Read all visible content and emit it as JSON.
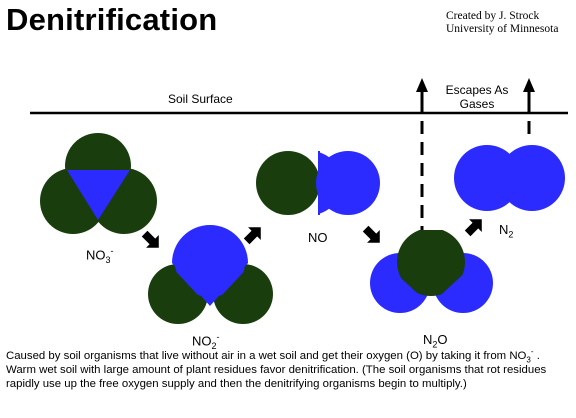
{
  "title": "Denitrification",
  "credit": {
    "line1": "Created by J. Strock",
    "line2": "University of Minnesota"
  },
  "labels": {
    "soil_surface": "Soil Surface",
    "escapes_line1": "Escapes As",
    "escapes_line2": "Gases"
  },
  "molecules": {
    "no3": {
      "base": "NO",
      "sub": "3",
      "sup": "-"
    },
    "no2": {
      "base": "NO",
      "sub": "2",
      "sup": "-"
    },
    "no": {
      "base": "NO"
    },
    "n2o": {
      "base": "N",
      "sub": "2",
      "tail": "O"
    },
    "n2": {
      "base": "N",
      "sub": "2"
    }
  },
  "caption": {
    "part1": "Caused by soil organisms that live without air in a wet  soil and get their oxygen (O) by taking it from NO",
    "sub": "3",
    "sup": "-",
    "part2": " .  Warm wet soil with large amount of plant residues favor denitrification.  (The soil organisms that rot residues rapidly use up the free oxygen supply and then the denitrifying organisms begin to multiply.)"
  },
  "colors": {
    "oxygen": "#1a3d0e",
    "nitrogen": "#2b2bff",
    "line": "#000000"
  }
}
